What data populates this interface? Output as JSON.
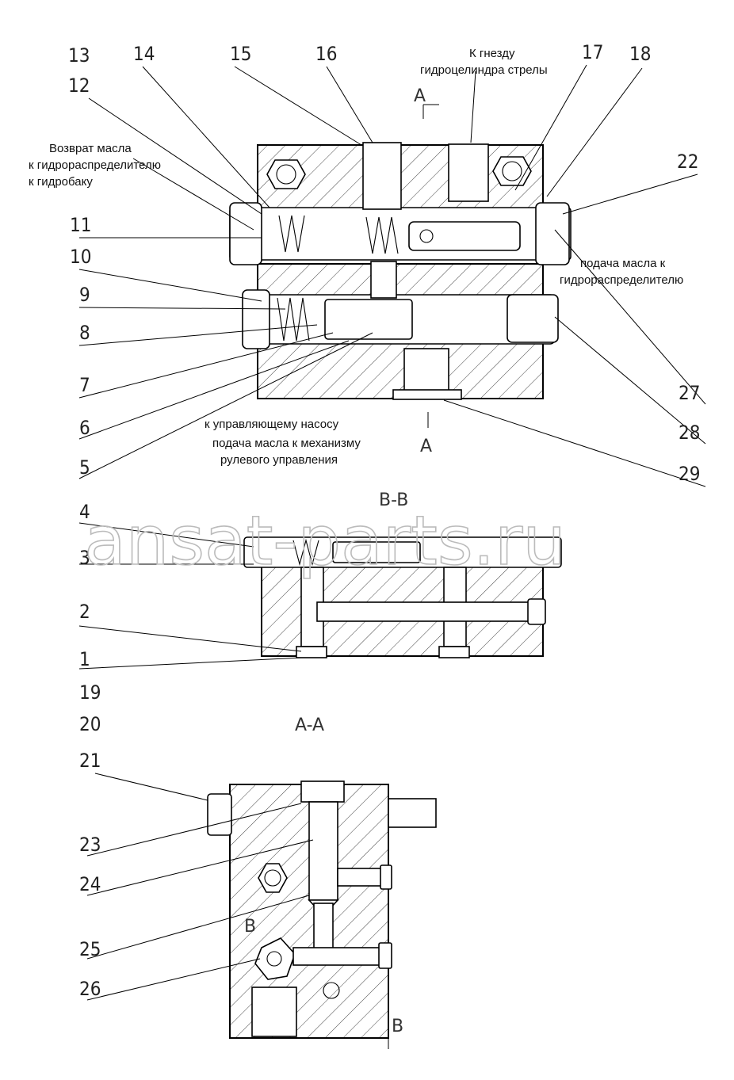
{
  "annotations": {
    "return_oil": [
      "Возврат масла",
      "к гидрораспределителю",
      "к гидробаку"
    ],
    "boom_cylinder": [
      "К гнезду",
      "гидроцелиндра стрелы"
    ],
    "oil_to_valve": [
      "подача масла к",
      "гидрораспределителю"
    ],
    "control_pump": "к управляющему насосу",
    "steering": [
      "подача масла к механизму",
      "рулевого управления"
    ]
  },
  "section_labels": {
    "top_a": "A",
    "bottom_a": "A",
    "bb_title": "B-B",
    "aa_title": "A-A",
    "b_mark_1": "B",
    "b_mark_2": "B"
  },
  "part_numbers": {
    "p1": "1",
    "p2": "2",
    "p3": "3",
    "p4": "4",
    "p5": "5",
    "p6": "6",
    "p7": "7",
    "p8": "8",
    "p9": "9",
    "p10": "10",
    "p11": "11",
    "p12": "12",
    "p13": "13",
    "p14": "14",
    "p15": "15",
    "p16": "16",
    "p17": "17",
    "p18": "18",
    "p19": "19",
    "p20": "20",
    "p21": "21",
    "p22": "22",
    "p23": "23",
    "p24": "24",
    "p25": "25",
    "p26": "26",
    "p27": "27",
    "p28": "28",
    "p29": "29"
  },
  "watermark": "ansat-parts.ru"
}
